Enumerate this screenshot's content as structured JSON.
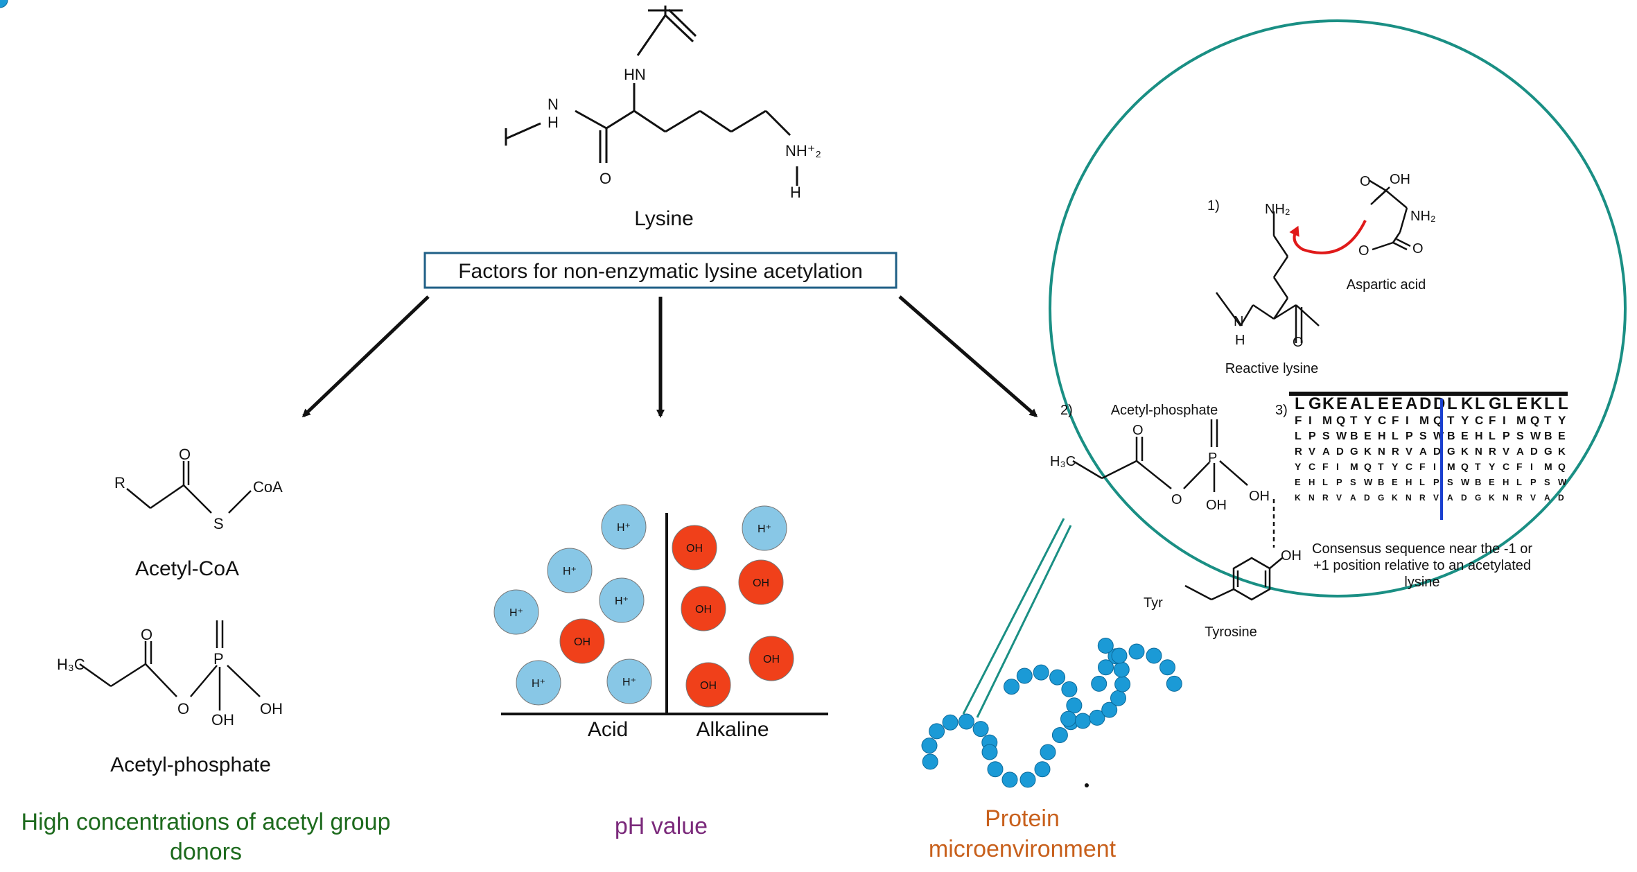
{
  "center": {
    "lysine_label": "Lysine",
    "factors_box": "Factors for non-enzymatic lysine acetylation"
  },
  "left_branch": {
    "acetyl_coa_label": "Acetyl-CoA",
    "acetyl_phosphate_label": "Acetyl-phosphate",
    "caption_line1": "High concentrations of acetyl group",
    "caption_line2": "donors"
  },
  "middle_branch": {
    "acid_label": "Acid",
    "alkaline_label": "Alkaline",
    "proton": "H⁺",
    "hydroxide": "OH",
    "caption": "pH value"
  },
  "right_branch": {
    "step1": "1)",
    "step2": "2)",
    "step3": "3)",
    "aspartic_acid_label": "Aspartic acid",
    "reactive_lysine_label": "Reactive lysine",
    "acetyl_phosphate_label": "Acetyl-phosphate",
    "tyr_label": "Tyr",
    "tyrosine_label": "Tyrosine",
    "consensus_line1": "Consensus sequence near the -1 or",
    "consensus_line2": "+1 position relative to an acetylated",
    "consensus_line3": "lysine",
    "caption_line1": "Protein",
    "caption_line2": "microenvironment"
  },
  "atoms": {
    "R": "R",
    "CoA": "CoA",
    "S": "S",
    "O": "O",
    "P": "P",
    "OH": "OH",
    "H3C": "H₃C",
    "HN": "HN",
    "N": "N",
    "H": "H",
    "NH": "NH",
    "NH3": "NH⁺₂",
    "NH2": "NH₂"
  },
  "colors": {
    "box_border": "#1f5f86",
    "proton_fill": "#88c7e6",
    "hydroxide_fill": "#f0401a",
    "circle_border": "#1a8f84",
    "bead_fill": "#1b9ad6",
    "green_caption": "#1d6a1d",
    "purple_caption": "#7b2a7b",
    "orange_caption": "#c8601c",
    "red_arrow": "#e01a1a"
  }
}
